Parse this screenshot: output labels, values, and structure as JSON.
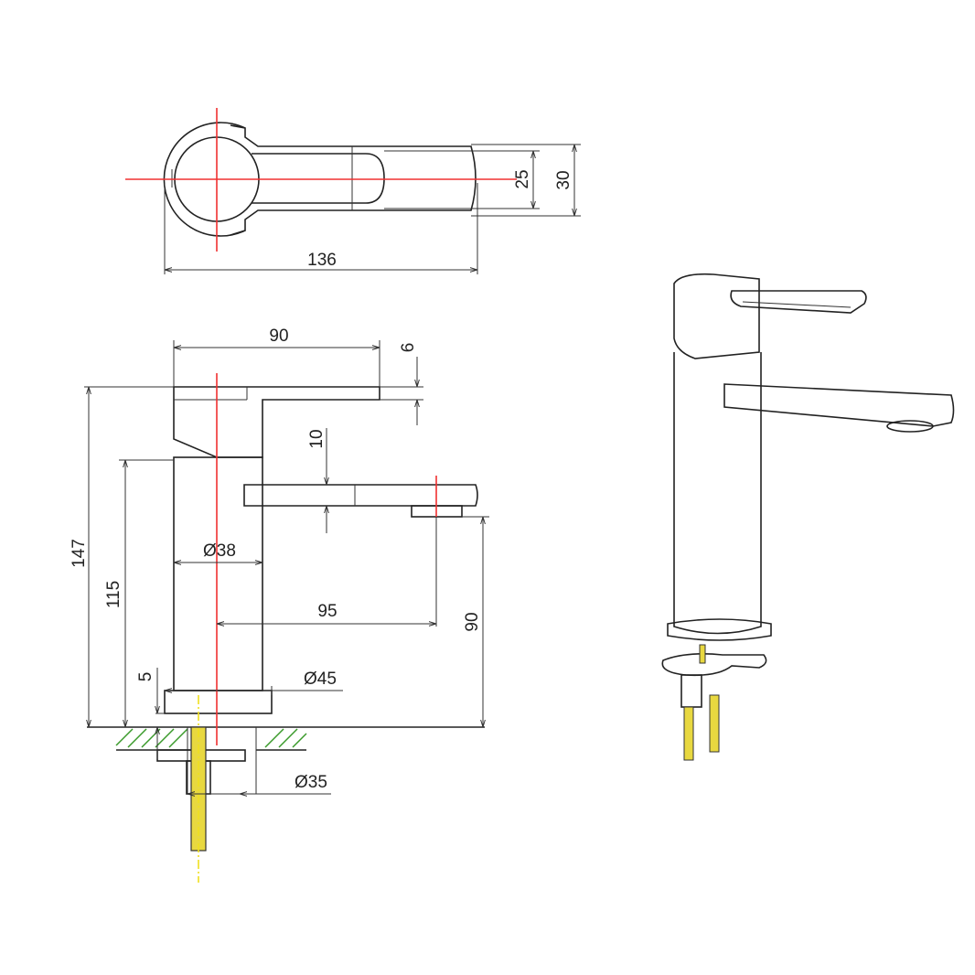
{
  "top_view": {
    "dim_length": "136",
    "dim_lever_width": "25",
    "dim_total_width": "30"
  },
  "side_view": {
    "dim_lever_length": "90",
    "dim_lever_thickness": "6",
    "dim_total_height": "147",
    "dim_body_height": "115",
    "dim_spout_thickness": "10",
    "dim_body_diameter": "Ø38",
    "dim_spout_reach": "95",
    "dim_spout_height": "90",
    "dim_base_height": "5",
    "dim_base_diameter": "Ø45",
    "dim_hole_diameter": "Ø35"
  },
  "colors": {
    "centerline": "#f03030",
    "rod_centerline": "#f0e020",
    "hatch": "#3a9a2a",
    "rod": "#e8d840"
  }
}
